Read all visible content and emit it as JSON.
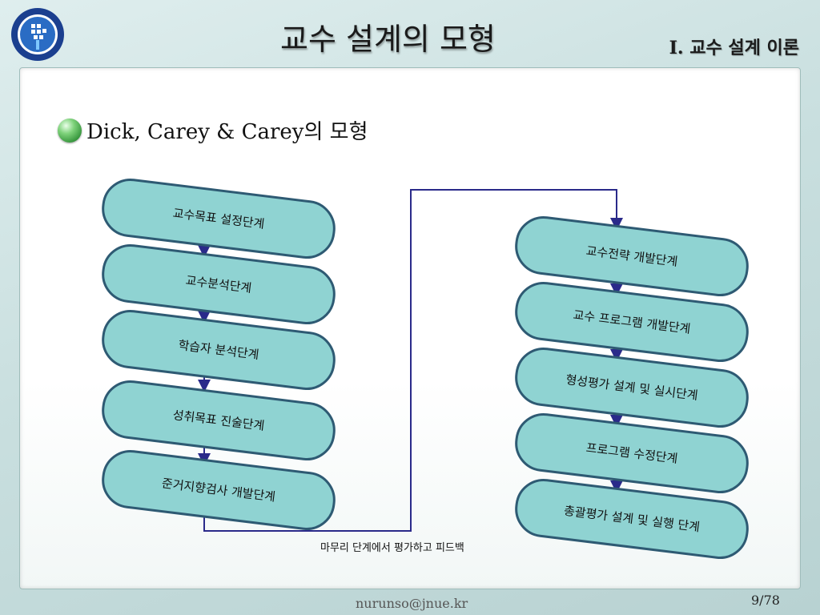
{
  "header": {
    "title": "교수 설계의 모형",
    "section": "I. 교수 설계 이론"
  },
  "subtitle": "Dick, Carey & Carey의 모형",
  "diagram": {
    "left_steps": [
      "교수목표 설정단계",
      "교수분석단계",
      "학습자 분석단계",
      "성취목표 진술단계",
      "준거지향검사 개발단계"
    ],
    "right_steps": [
      "교수전략 개발단계",
      "교수 프로그램 개발단계",
      "형성평가 설계 및 실시단계",
      "프로그램 수정단계",
      "총괄평가 설계 및 실행 단계"
    ],
    "feedback_label": "마무리 단계에서 평가하고 피드백",
    "colors": {
      "box_fill": "#8fd3d2",
      "box_stroke": "#2e5a73",
      "arrow": "#2a2a8a"
    }
  },
  "footer": {
    "email": "nurunso@jnue.kr",
    "page": "9/78"
  },
  "icons": {
    "logo": "university-seal-icon",
    "bullet": "green-orb-bullet-icon"
  }
}
